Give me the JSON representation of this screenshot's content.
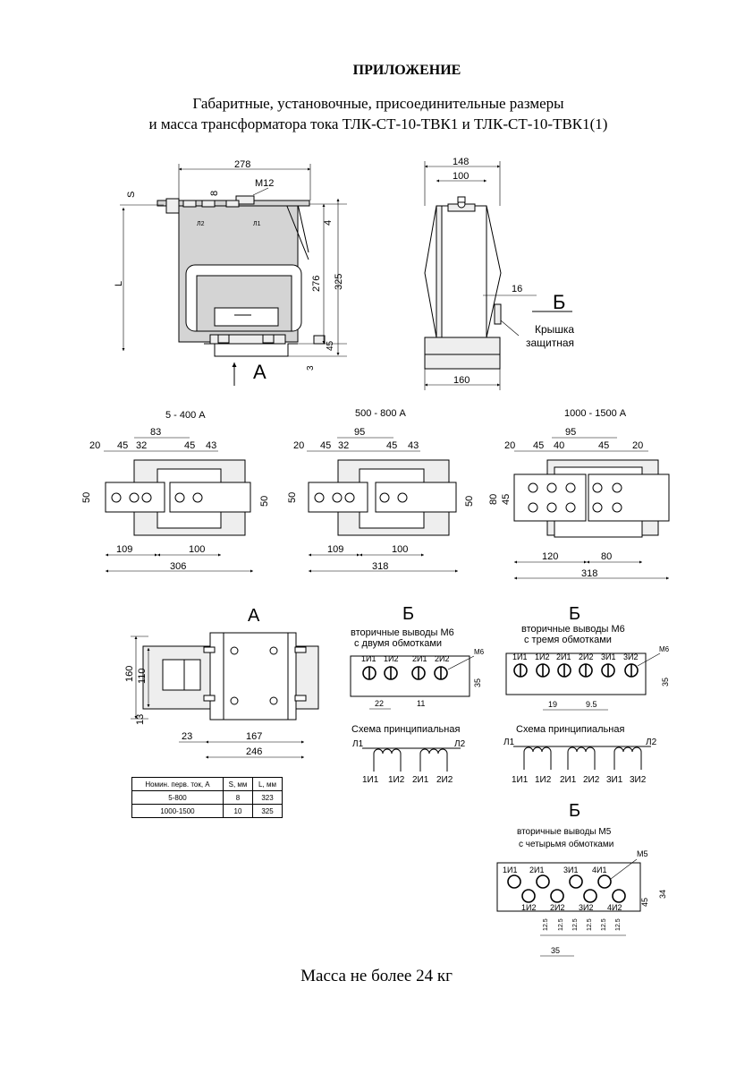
{
  "header": {
    "title": "ПРИЛОЖЕНИЕ",
    "subtitle_line1": "Габаритные, установочные, присоединительные размеры",
    "subtitle_line2": "и масса трансформатора тока ТЛК-СТ-10-ТВК1 и ТЛК-СТ-10-ТВК1(1)"
  },
  "front_view": {
    "dim_width": "278",
    "dim_s": "S",
    "dim_8": "8",
    "thread": "M12",
    "term_l2": "Л2",
    "term_l1": "Л1",
    "dim_4": "4",
    "dim_276": "276",
    "dim_325": "325",
    "dim_L": "L",
    "dim_45": "45",
    "dim_3": "3",
    "view_a": "A"
  },
  "side_view": {
    "dim_148": "148",
    "dim_100": "100",
    "dim_16": "16",
    "view_b": "Б",
    "cover_line1": "Крышка",
    "cover_line2": "защитная",
    "dim_160": "160"
  },
  "bus_views": [
    {
      "title": "5 - 400 А",
      "top": [
        "20",
        "45",
        "32",
        "83",
        "45",
        "43"
      ],
      "left": "50",
      "right": "50",
      "bottom_inner": [
        "109",
        "100"
      ],
      "bottom_total": "306"
    },
    {
      "title": "500 - 800 А",
      "top": [
        "20",
        "45",
        "32",
        "95",
        "45",
        "43"
      ],
      "left": "50",
      "right": "50",
      "bottom_inner": [
        "109",
        "100"
      ],
      "bottom_total": "318"
    },
    {
      "title": "1000 - 1500 А",
      "top": [
        "20",
        "45",
        "40",
        "95",
        "45",
        "20"
      ],
      "left_outer": "80",
      "left_inner": "45",
      "bottom_inner": [
        "120",
        "80"
      ],
      "bottom_total": "318"
    }
  ],
  "view_a": {
    "title": "A",
    "dim_160": "160",
    "dim_110": "110",
    "dim_13": "13",
    "dim_23": "23",
    "dim_167": "167",
    "dim_246": "246"
  },
  "terminals_two": {
    "title": "Б",
    "caption1": "вторичные выводы М6",
    "caption2": "с двумя обмотками",
    "labels": [
      "1И1",
      "1И2",
      "2И1",
      "2И2"
    ],
    "thread": "М6",
    "dim_35": "35",
    "dim_22": "22",
    "dim_11": "11",
    "scheme_title": "Схема принципиальная",
    "l1": "Л1",
    "l2": "Л2",
    "scheme_labels": [
      "1И1",
      "1И2",
      "2И1",
      "2И2"
    ]
  },
  "terminals_three": {
    "title": "Б",
    "caption1": "вторичные выводы М6",
    "caption2": "с тремя обмотками",
    "labels": [
      "1И1",
      "1И2",
      "2И1",
      "2И2",
      "3И1",
      "3И2"
    ],
    "thread": "М6",
    "dim_35": "35",
    "dim_19": "19",
    "dim_95": "9.5",
    "scheme_title": "Схема принципиальная",
    "l1": "Л1",
    "l2": "Л2",
    "scheme_labels": [
      "1И1",
      "1И2",
      "2И1",
      "2И2",
      "3И1",
      "3И2"
    ]
  },
  "terminals_four": {
    "title": "Б",
    "caption1": "вторичные выводы М5",
    "caption2": "с четырьмя обмотками",
    "thread": "М5",
    "top_labels": [
      "1И1",
      "2И1",
      "3И1",
      "4И1"
    ],
    "bottom_labels": [
      "1И2",
      "2И2",
      "3И2",
      "4И2"
    ],
    "dim_34": "34",
    "dim_45": "45",
    "pitch": [
      "12.5",
      "12.5",
      "12.5",
      "12.5",
      "12.5",
      "12.5"
    ],
    "dim_35": "35"
  },
  "mass_table": {
    "headers": [
      "Номин. перв. ток, А",
      "S, мм",
      "L, мм"
    ],
    "rows": [
      [
        "5-800",
        "8",
        "323"
      ],
      [
        "1000-1500",
        "10",
        "325"
      ]
    ]
  },
  "footer": {
    "mass": "Масса не более 24 кг"
  }
}
